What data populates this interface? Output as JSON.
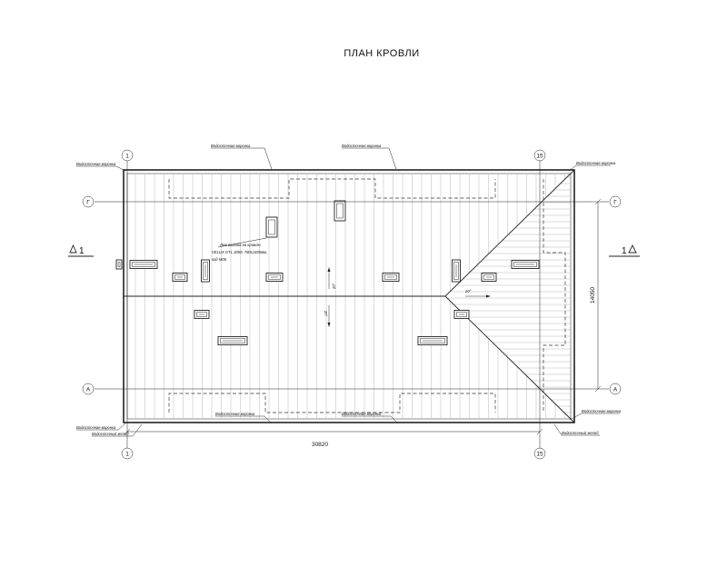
{
  "title": "ПЛАН КРОВЛИ",
  "axes": {
    "col_left": "1",
    "col_right": "15",
    "row_top": "Г",
    "row_bottom": "А"
  },
  "sections": {
    "left": "1",
    "right": "1"
  },
  "dimensions": {
    "overall_width": "30820",
    "depth": "14050"
  },
  "slopes": {
    "north": "20°",
    "south": "20°",
    "east": "20°"
  },
  "hatch_note": {
    "line1": "Люк выхода на кровлю",
    "line2": "VELUX GTL 3059, 780x1400мм,",
    "line3": "код М08"
  },
  "labels": {
    "funnel": "Водосточная воронка",
    "gutter": "Водосточный желоб"
  }
}
